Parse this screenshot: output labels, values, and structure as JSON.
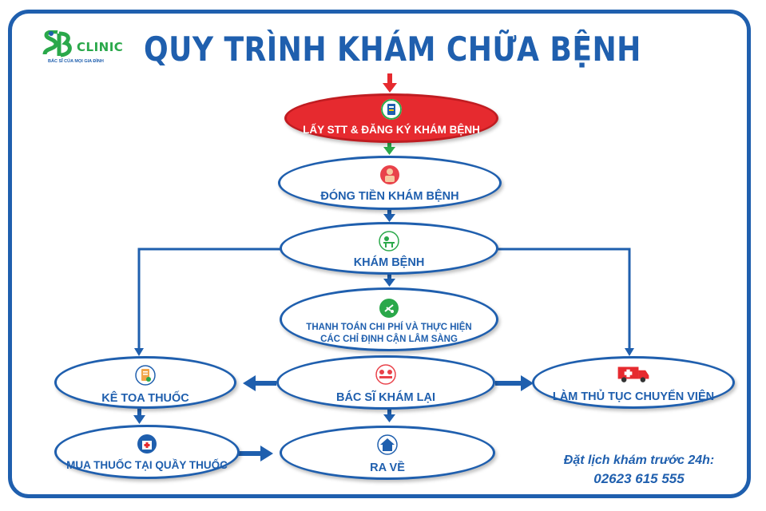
{
  "header": {
    "title": "QUY TRÌNH KHÁM CHỮA BỆNH",
    "logo": {
      "brand": "CLINIC",
      "tagline": "BÁC SĨ CỦA MỌI GIA ĐÌNH"
    }
  },
  "steps": {
    "register": "LẤY STT & ĐĂNG KÝ KHÁM BỆNH",
    "pay": "ĐÓNG TIỀN KHÁM BỆNH",
    "exam": "KHÁM BỆNH",
    "tests_line1": "THANH TOÁN CHI PHÍ VÀ THỰC HIỆN",
    "tests_line2": "CÁC CHỈ ĐỊNH CẬN LÂM SÀNG",
    "reexam": "BÁC SĨ KHÁM LẠI",
    "prescribe": "KÊ TOA THUỐC",
    "buy": "MUA THUỐC TẠI QUẦY THUỐC",
    "discharge": "RA VỀ",
    "transfer": "LÀM THỦ TỤC CHUYỂN VIỆN"
  },
  "contact": {
    "booking": "Đặt lịch khám trước 24h:",
    "phone": "02623 615 555"
  },
  "colors": {
    "primary": "#1f5fae",
    "red": "#e62a2f",
    "green": "#2aa84a"
  },
  "icons": {
    "register": "ticket-icon",
    "pay": "cashier-icon",
    "exam": "doctor-desk-icon",
    "tests": "lab-test-icon",
    "reexam": "consultation-icon",
    "prescribe": "prescription-icon",
    "buy": "pharmacy-icon",
    "discharge": "house-icon",
    "transfer": "ambulance-icon"
  }
}
